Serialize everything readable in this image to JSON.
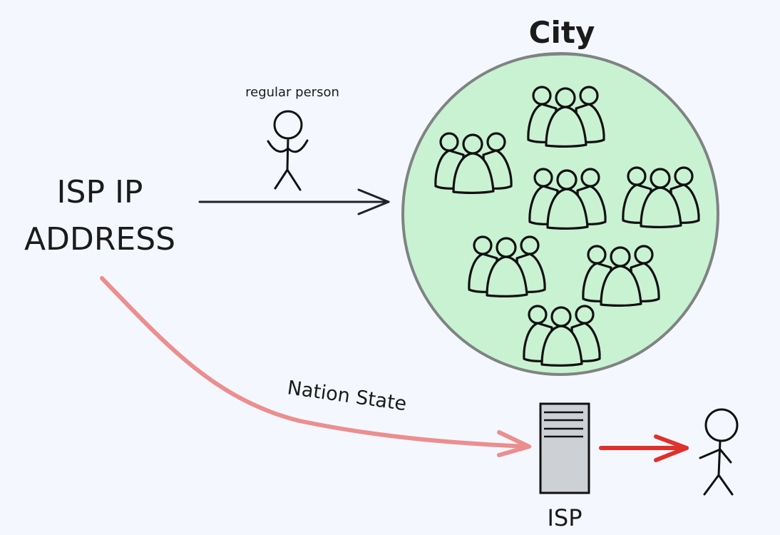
{
  "labels": {
    "isp_ip_line1": "ISP IP",
    "isp_ip_line2": "ADDRESS",
    "regular_person": "regular person",
    "city": "City",
    "nation_state": "Nation State",
    "isp": "ISP"
  },
  "colors": {
    "background": "#f4f8fe",
    "city_fill": "#c9f2d3",
    "city_stroke": "#7f8382",
    "nation_state_arrow": "#ec8e8e",
    "isp_arrow": "#e0302c",
    "server_fill": "#cdd0d4",
    "ink": "#111111"
  },
  "icons": [
    "stick-figure",
    "group-of-people",
    "server",
    "arrow"
  ]
}
